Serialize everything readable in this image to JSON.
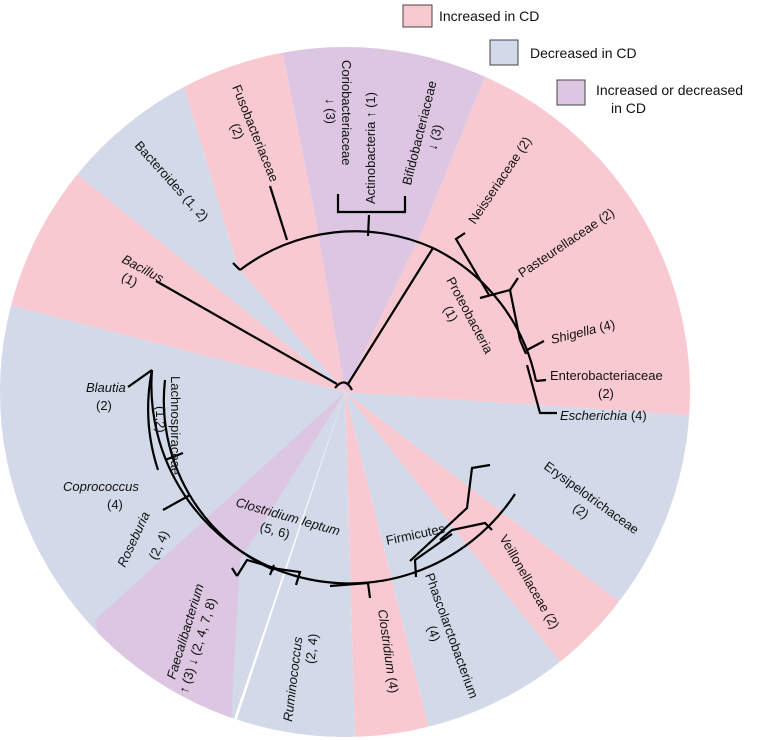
{
  "legend": {
    "increased": {
      "label": "Increased in CD",
      "color": "#f9c9d2"
    },
    "decreased": {
      "label": "Decreased in CD",
      "color": "#d2d9e9"
    },
    "mixed": {
      "label_line1": "Increased or decreased",
      "label_line2": "in CD",
      "color": "#dcc6e2"
    }
  },
  "taxa": {
    "coriobacteriaceae": {
      "l1": "Coriobacteriaceae",
      "l2": "↓ (3)"
    },
    "actinobacteria": "Actinobacteria ↑ (1)",
    "bifidobacteriaceae": {
      "l1": "Bifidobacteriaceae",
      "l2": "↓ (3)"
    },
    "fusobacteriaceae": {
      "l1": "Fusobacteriaceae",
      "l2": "(2)"
    },
    "bacteroides": "Bacteroides (1, 2)",
    "bacillus": {
      "l1": "Bacillus",
      "l2": "(1)"
    },
    "proteobacteria": {
      "l1": "Proteobacteria",
      "l2": "(1)"
    },
    "neisseriaceae": "Neisseriaceae (2)",
    "pasteurellaceae": "Pasteurellaceae (2)",
    "shigella": {
      "name": "Shigella",
      "ref": " (4)"
    },
    "enterobacteriaceae": {
      "l1": "Enterobacteriaceae",
      "l2": "(2)"
    },
    "escherichia": {
      "name": "Escherichia",
      "ref": " (4)"
    },
    "blautia": {
      "l1": "Blautia",
      "l2": "(2)"
    },
    "lachnospiraceae": {
      "l1": "Lachnospiraceae",
      "l2": "(1,2)"
    },
    "coprococcus": {
      "l1": "Coprococcus",
      "l2": "(4)"
    },
    "roseburia": {
      "l1": "Roseburia",
      "l2": "(2, 4)"
    },
    "clostridium_leptum": {
      "l1": "Clostridium leptum",
      "l2": "(5, 6)"
    },
    "firmicutes": "Firmicutes",
    "erysipelotrichaceae": {
      "l1": "Erysipelotrichaceae",
      "l2": "(2)"
    },
    "veillonellaceae": "Veillonellaceae (2)",
    "phascolarctobacterium": {
      "l1": "Phascolarctobacterium",
      "l2": "(4)"
    },
    "clostridium": {
      "name": "Clostridium",
      "ref": " (4)"
    },
    "ruminococcus": {
      "l1": "Ruminococcus",
      "l2": "(2, 4)"
    },
    "faecalibacterium": {
      "l1": "Faecalibacterium",
      "l2": "↑ (3) ↓ (2, 4, 7, 8)"
    }
  }
}
